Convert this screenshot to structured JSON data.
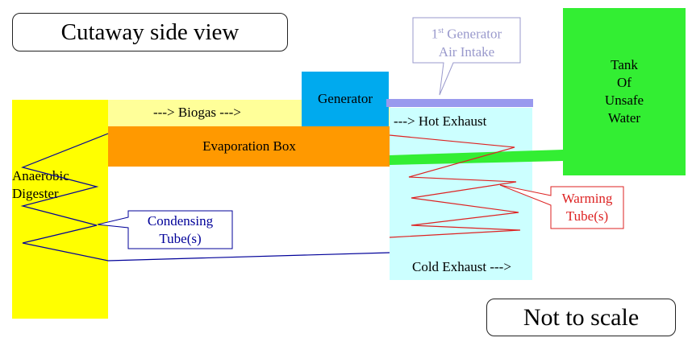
{
  "title": "Cutaway side view",
  "scale_note": "Not to scale",
  "components": {
    "digester": [
      "Anaerobic",
      "Digester"
    ],
    "biogas_flow": "--->  Biogas  --->",
    "evaporation_box": "Evaporation Box",
    "generator": "Generator",
    "hot_exhaust": "--->  Hot Exhaust",
    "cold_exhaust": "Cold Exhaust  --->",
    "tank": [
      "Tank",
      "Of",
      "Unsafe",
      "Water"
    ]
  },
  "callouts": {
    "air_intake_line1_num": "1",
    "air_intake_line1_sup": "st",
    "air_intake_line1_rest": " Generator",
    "air_intake_line2": "Air Intake",
    "condensing": [
      "Condensing",
      "Tube(s)"
    ],
    "warming": [
      "Warming",
      "Tube(s)"
    ]
  },
  "colors": {
    "digester": "#ffff00",
    "biogas_pipe": "#ffff99",
    "evaporation_box": "#ff9900",
    "generator": "#00aaee",
    "exhaust_chamber": "#ccffff",
    "tank": "#33ee33",
    "air_intake_bar": "#9999ee",
    "condensing_tube": "#000099",
    "warming_tube": "#dd2222",
    "air_intake_text": "#9999cc"
  }
}
